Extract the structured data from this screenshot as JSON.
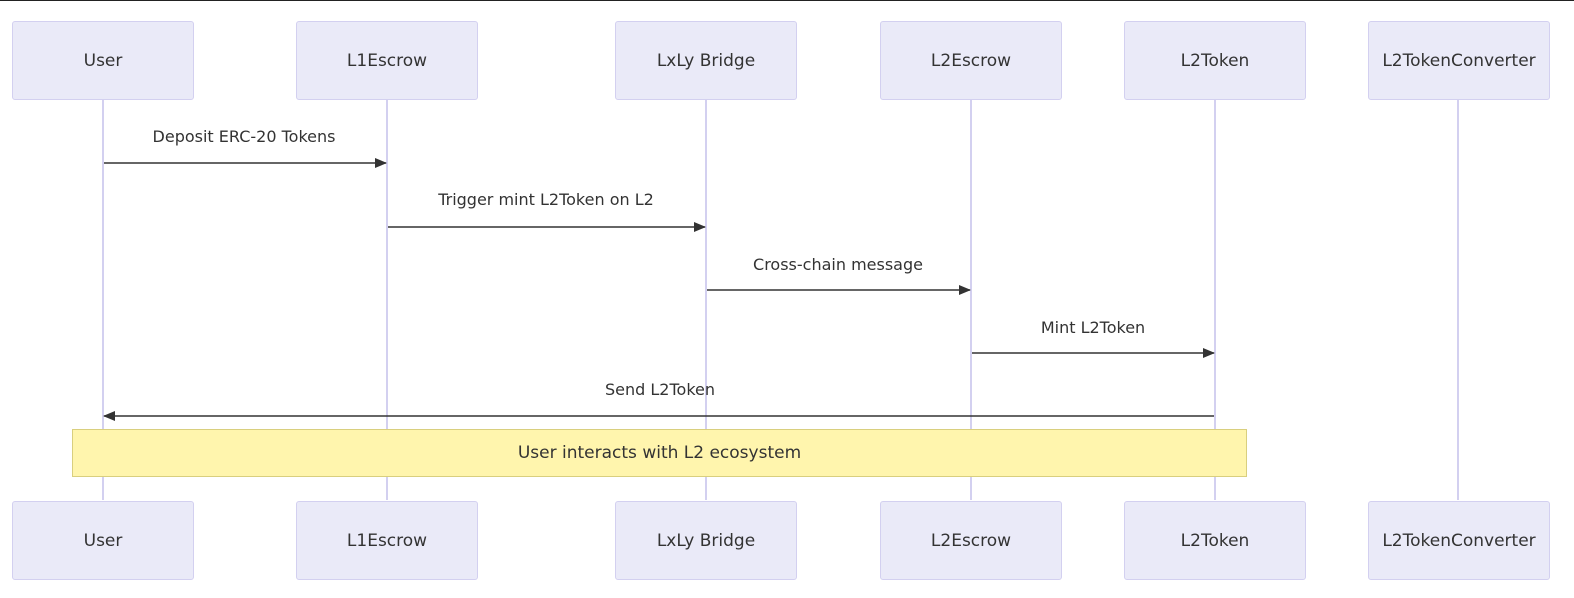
{
  "participants": [
    {
      "id": "user",
      "label": "User"
    },
    {
      "id": "l1escrow",
      "label": "L1Escrow"
    },
    {
      "id": "lxly",
      "label": "LxLy Bridge"
    },
    {
      "id": "l2escrow",
      "label": "L2Escrow"
    },
    {
      "id": "l2token",
      "label": "L2Token"
    },
    {
      "id": "converter",
      "label": "L2TokenConverter"
    }
  ],
  "messages": [
    {
      "from": "user",
      "to": "l1escrow",
      "label": "Deposit ERC-20 Tokens"
    },
    {
      "from": "l1escrow",
      "to": "lxly",
      "label": "Trigger mint L2Token on L2"
    },
    {
      "from": "lxly",
      "to": "l2escrow",
      "label": "Cross-chain message"
    },
    {
      "from": "l2escrow",
      "to": "l2token",
      "label": "Mint L2Token"
    },
    {
      "from": "l2token",
      "to": "user",
      "label": "Send L2Token"
    }
  ],
  "note": {
    "label": "User interacts with L2 ecosystem"
  }
}
